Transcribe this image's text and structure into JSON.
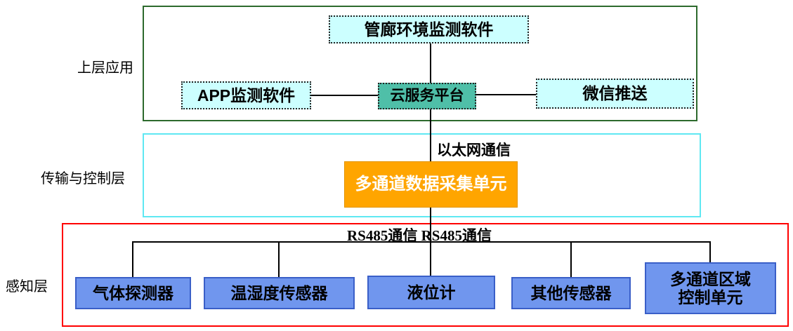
{
  "colors": {
    "upper_frame_border": "#2d6a2d",
    "transport_frame_border": "#5fe8f2",
    "perception_frame_border": "#ff0000",
    "cyan_node_bg": "#ccffff",
    "cloud_node_bg": "#4fbfa8",
    "daq_node_bg": "#ffa500",
    "sensor_node_bg": "#7096ee",
    "connector": "#000000"
  },
  "upper_layer": {
    "label": "上层应用",
    "monitor_software": "管廊环境监测软件",
    "app_software": "APP监测软件",
    "cloud_platform": "云服务平台",
    "wechat_push": "微信推送"
  },
  "transport_layer": {
    "label": "传输与控制层",
    "ethernet_label": "以太网通信",
    "daq_unit": "多通道数据采集单元"
  },
  "perception_layer": {
    "label": "感知层",
    "rs485_label": "RS485通信 RS485通信",
    "sensors": [
      {
        "label": "气体探测器"
      },
      {
        "label": "温湿度传感器"
      },
      {
        "label": "液位计"
      },
      {
        "label": "其他传感器"
      },
      {
        "label": "多通道区域\n控制单元"
      }
    ]
  }
}
